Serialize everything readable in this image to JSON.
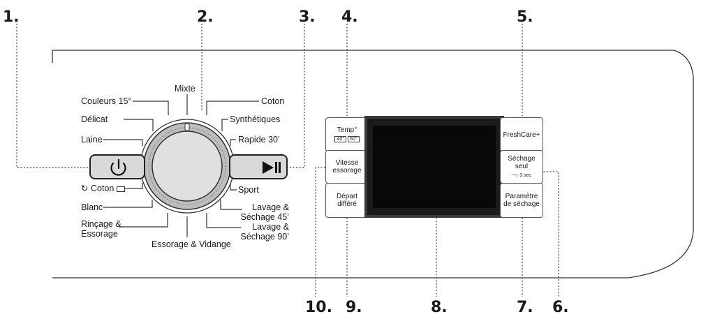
{
  "callouts": [
    "1.",
    "2.",
    "3.",
    "4.",
    "5.",
    "6.",
    "7.",
    "8.",
    "9.",
    "10."
  ],
  "programs": {
    "mixte": "Mixte",
    "couleurs": "Couleurs 15°",
    "delicat": "Délicat",
    "laine": "Laine",
    "eco_coton": "Coton",
    "blanc": "Blanc",
    "rincage": "Rinçage & Essorage",
    "essorage_vidange": "Essorage & Vidange",
    "coton": "Coton",
    "synthetiques": "Synthétiques",
    "rapide": "Rapide 30’",
    "sport": "Sport",
    "lavage45": "Lavage & Séchage 45’",
    "lavage90": "Lavage & Séchage 90’"
  },
  "buttons": {
    "temp": "Temp°",
    "temp_40": "40°",
    "temp_60": "60°",
    "vitesse": "Vitesse essorage",
    "depart": "Départ différé",
    "freshcare": "FreshCare+",
    "sechage": "Séchage seul",
    "sechage_sub": "3 sec",
    "parametre": "Paramètre de séchage"
  },
  "icons": {
    "power": "power-icon",
    "start_pause": "start-pause-icon",
    "eco": "eco-icon",
    "key": "key-icon"
  }
}
